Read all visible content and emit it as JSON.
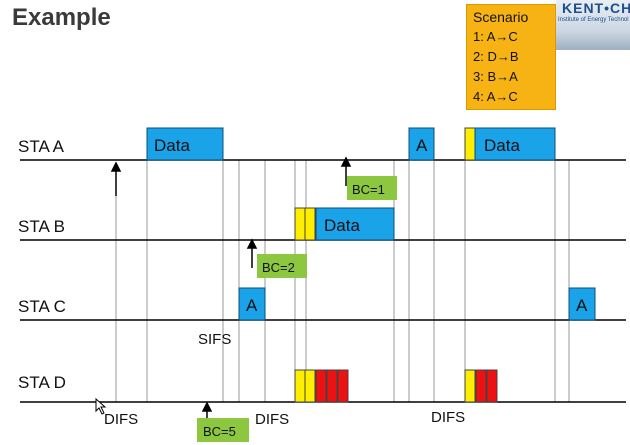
{
  "title": "Example",
  "scenario": {
    "title": "Scenario",
    "items": [
      "1: A→C",
      "2: D→B",
      "3: B→A",
      "4: A→C"
    ]
  },
  "logo": {
    "text": "KENT•CH",
    "subtitle": "Institute of Energy Technol"
  },
  "stations": [
    "STA A",
    "STA B",
    "STA C",
    "STA D"
  ],
  "labels": {
    "data": "Data",
    "ack": "A",
    "sifs": "SIFS",
    "difs": "DIFS"
  },
  "backoffs": [
    "BC=1",
    "BC=2",
    "BC=5"
  ],
  "colors": {
    "frame_blue": "#1aa3e8",
    "backoff_green": "#8dc63f",
    "slot_yellow": "#ffee00",
    "slot_red": "#ee1111",
    "scenario_orange": "#f7b313"
  }
}
